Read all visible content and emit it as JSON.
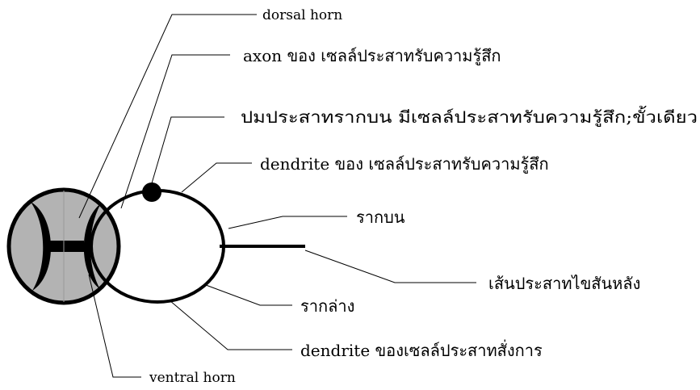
{
  "labels": {
    "dorsal_horn": "dorsal horn",
    "axon_sensory": "axon ของ เซลล์ประสาทรับความรู้สึก",
    "dorsal_root_ganglion": "ปมประสาทรากบน มีเซลล์ประสาทรับความรู้สึก;ขั้วเดียว",
    "dendrite_sensory": "dendrite ของ เซลล์ประสาทรับความรู้สึก",
    "dorsal_root": "รากบน",
    "spinal_nerve": "เส้นประสาทไขสันหลัง",
    "ventral_root": "รากล่าง",
    "dendrite_motor": "dendrite ของเซลล์ประสาทสั่งการ",
    "ventral_horn": "ventral horn"
  },
  "colors": {
    "gray_matter_bg": "#b3b3b3",
    "ink": "#000000",
    "paper": "#ffffff"
  }
}
